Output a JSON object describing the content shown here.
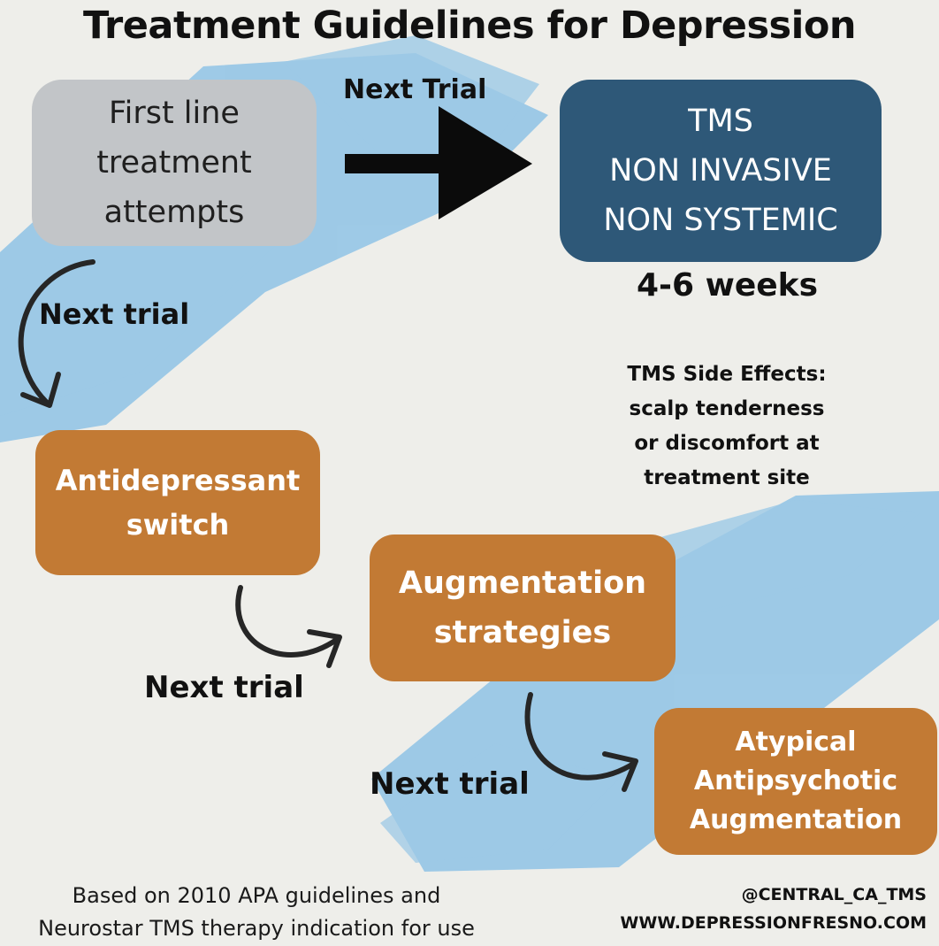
{
  "title": "Treatment Guidelines for Depression",
  "boxes": {
    "first_line": [
      "First line",
      "treatment",
      "attempts"
    ],
    "tms": [
      "TMS",
      "NON INVASIVE",
      "NON SYSTEMIC"
    ],
    "switch": [
      "Antidepressant",
      "switch"
    ],
    "augmentation": [
      "Augmentation",
      "strategies"
    ],
    "atypical": [
      "Atypical",
      "Antipsychotic",
      "Augmentation"
    ]
  },
  "arrows": {
    "to_tms": "Next Trial",
    "to_switch": "Next trial",
    "to_augmentation": "Next trial",
    "to_atypical": "Next trial"
  },
  "tms_duration": "4-6 weeks",
  "side_effects": [
    "TMS Side Effects:",
    "scalp tenderness",
    "or discomfort at",
    "treatment site"
  ],
  "footer": {
    "source": [
      "Based on 2010 APA guidelines and",
      "Neurostar TMS therapy indication for use"
    ],
    "handle": "@CENTRAL_CA_TMS",
    "website": "WWW.DEPRESSIONFRESNO.COM"
  },
  "colors": {
    "background": "#eeeeea",
    "brush": "#8fc3e6",
    "first_line_box": "#c2c5c8",
    "tms_box": "#2e5878",
    "step_box": "#c27a34"
  }
}
